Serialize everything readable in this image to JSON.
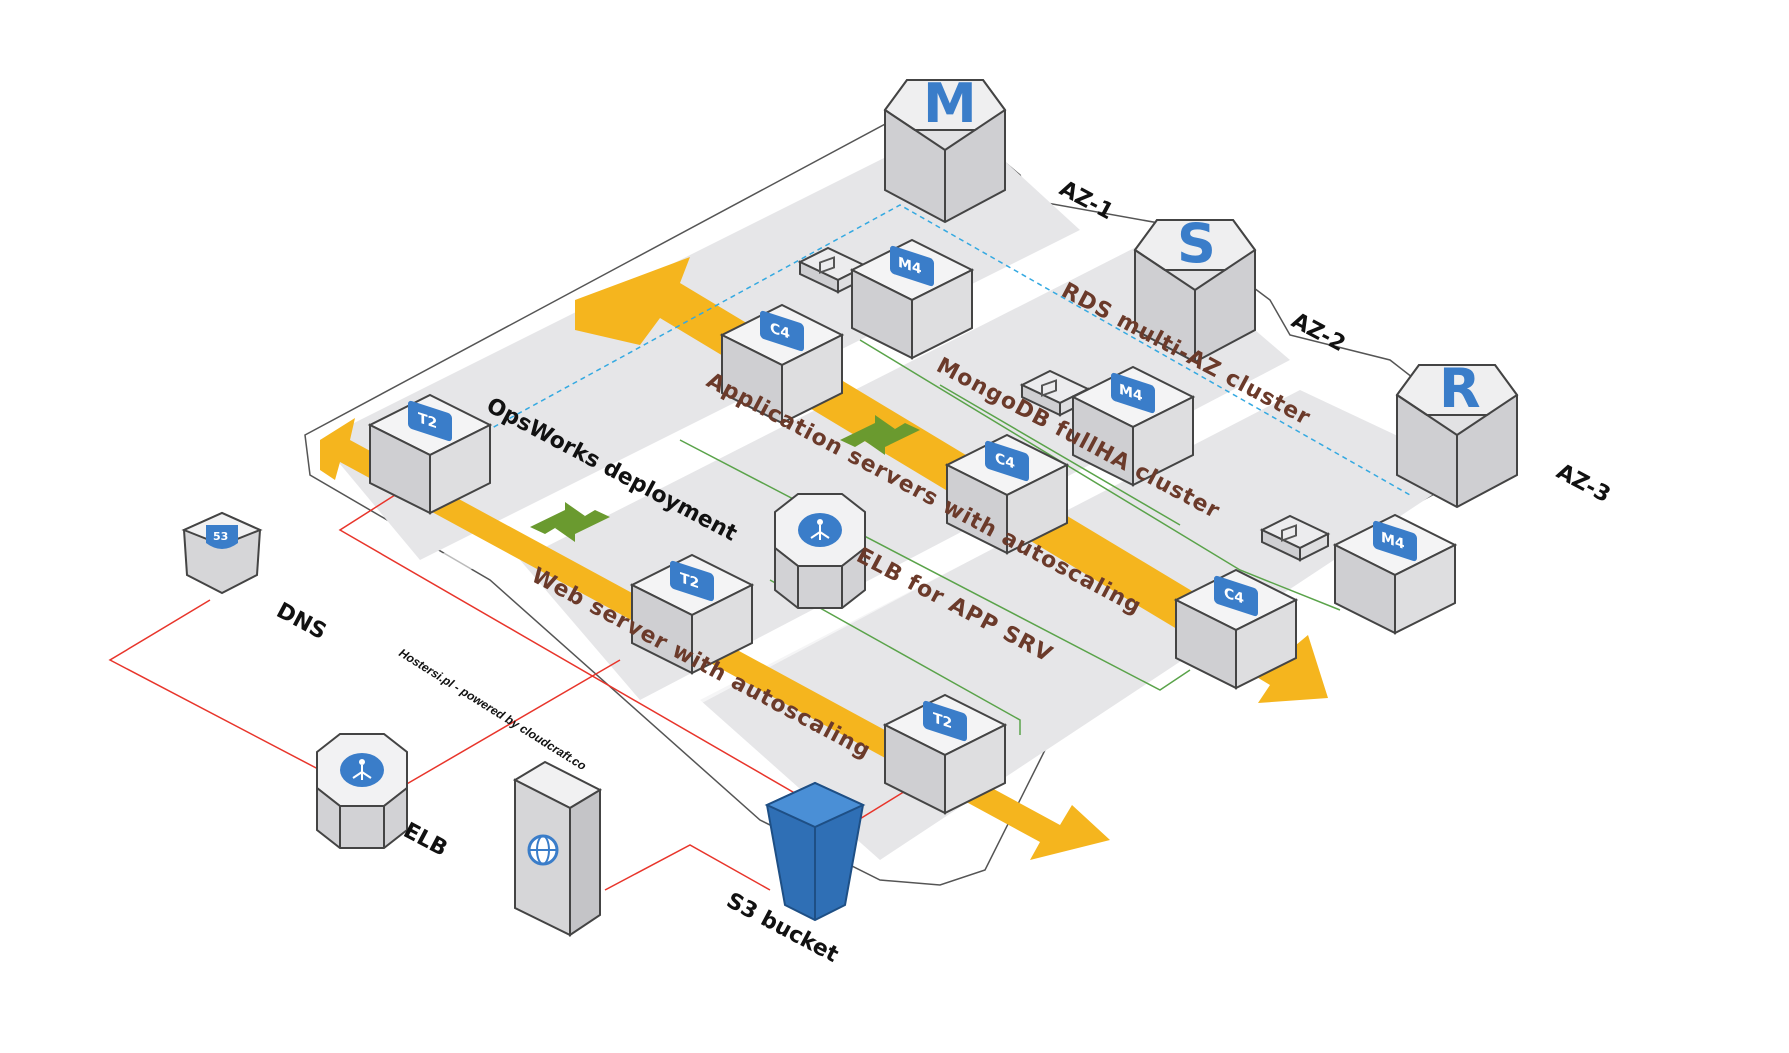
{
  "colors": {
    "orange": "#f5b51e",
    "zone_fill": "#e6e6e8",
    "red_line": "#e8352b",
    "green_line": "#5aa34a",
    "blue_dash": "#34a9e1",
    "chip_blue": "#3a7dc9",
    "s3_blue": "#2f6fb5",
    "arrow_green": "#6a9a2f"
  },
  "zones": {
    "az1": "AZ-1",
    "az2": "AZ-2",
    "az3": "AZ-3"
  },
  "databases": {
    "master": "M",
    "slave": "S",
    "replica": "R"
  },
  "instances": {
    "m4": "M4",
    "c4": "C4",
    "t2": "T2"
  },
  "labels": {
    "opsworks": "OpsWorks deployment",
    "app_servers": "Application servers with autoscaling",
    "web_server": "Web server with autoscaling",
    "rds_cluster": "RDS multi-AZ cluster",
    "mongodb": "MongoDB fullHA cluster",
    "elb_app": "ELB for APP SRV",
    "dns": "DNS",
    "elb": "ELB",
    "s3": "S3 bucket",
    "credit": "Hostersi.pl - powered by cloudcraft.co"
  },
  "icons": {
    "route53": "route53-shield-icon",
    "elb": "load-balancer-icon",
    "cdn": "globe-server-icon",
    "s3": "s3-bucket-icon",
    "cpu": "cpu-chip-icon",
    "opsworks": "opsworks-cycle-arrows-icon"
  }
}
